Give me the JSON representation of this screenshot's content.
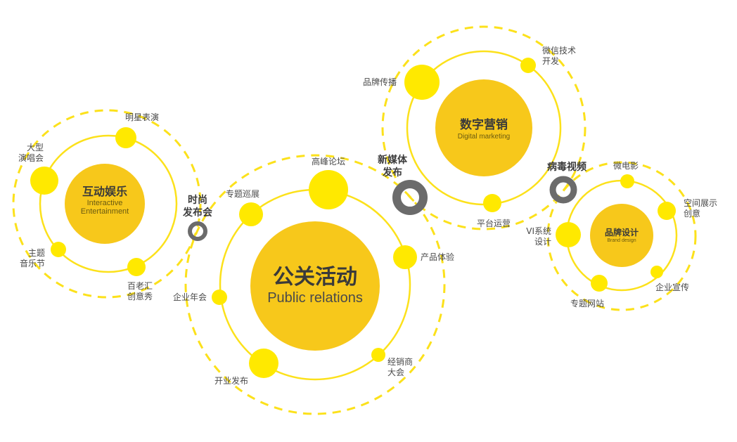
{
  "colors": {
    "hub": "#F7C81B",
    "satellite": "#FFE900",
    "ring": "#FCE11B",
    "connector_ring": "#6b6b6b",
    "text": "#4a4a4a"
  },
  "groups": [
    {
      "id": "interactive",
      "title_zh": "互动娱乐",
      "title_en": "Interactive\nEntertainment",
      "satellites": [
        {
          "label": "明星表演"
        },
        {
          "label": "大型\n演唱会"
        },
        {
          "label": "主题\n音乐节"
        },
        {
          "label": "百老汇\n创意秀"
        }
      ]
    },
    {
      "id": "pr",
      "title_zh": "公关活动",
      "title_en": "Public relations",
      "satellites": [
        {
          "label": "高峰论坛"
        },
        {
          "label": "专题巡展"
        },
        {
          "label": "产品体验"
        },
        {
          "label": "企业年会"
        },
        {
          "label": "开业发布"
        },
        {
          "label": "经销商\n大会"
        }
      ]
    },
    {
      "id": "digital",
      "title_zh": "数字营销",
      "title_en": "Digital marketing",
      "satellites": [
        {
          "label": "品牌传播"
        },
        {
          "label": "微信技术\n开发"
        },
        {
          "label": "平台运营"
        }
      ]
    },
    {
      "id": "brand",
      "title_zh": "品牌设计",
      "title_en": "Brand design",
      "satellites": [
        {
          "label": "微电影"
        },
        {
          "label": "空间展示\n创意"
        },
        {
          "label": "VI系统\n设计"
        },
        {
          "label": "企业宣传"
        },
        {
          "label": "专题网站"
        }
      ]
    }
  ],
  "connectors": [
    {
      "label": "时尚\n发布会"
    },
    {
      "label": "新媒体\n发布"
    },
    {
      "label": "病毒视频"
    }
  ]
}
